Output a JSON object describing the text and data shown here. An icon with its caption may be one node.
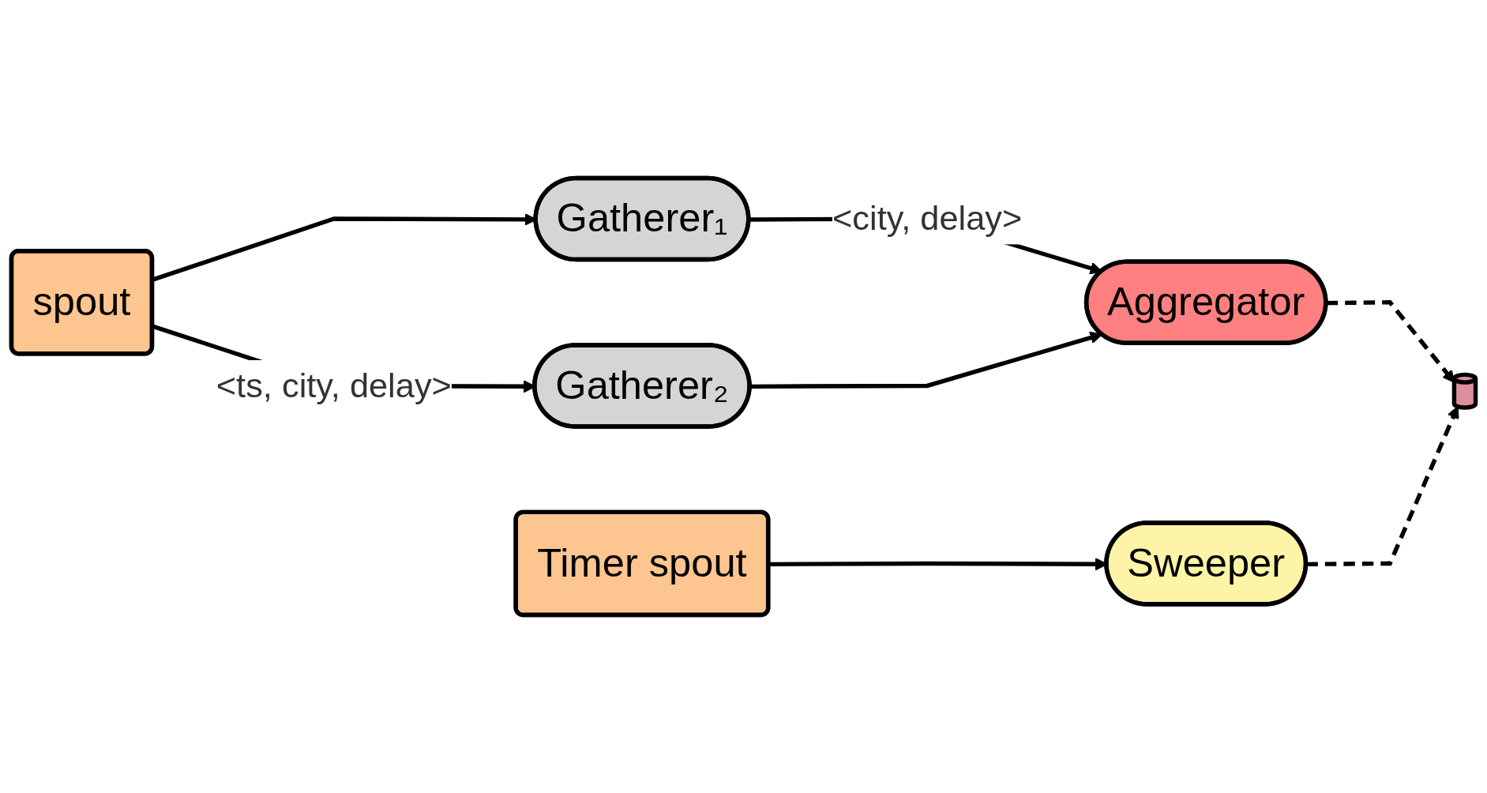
{
  "diagram": {
    "nodes": [
      {
        "text": [
          "spout"
        ]
      },
      {
        "text": [
          "Gatherer₁"
        ]
      },
      {
        "text": [
          "Gatherer₂"
        ]
      },
      {
        "text": [
          "Aggregator"
        ]
      },
      {
        "text": [],
        "shape": "cylinder"
      },
      {
        "text": [
          "Timer spout"
        ]
      },
      {
        "text": [
          "Sweeper"
        ]
      }
    ],
    "edges": [
      {
        "from": 0,
        "to": 1,
        "arrow": "to"
      },
      {
        "from": 0,
        "to": 2,
        "arrow": "to",
        "label": "<ts, city, delay>"
      },
      {
        "from": 1,
        "to": 3,
        "arrow": "to",
        "label": "<city, delay>"
      },
      {
        "from": 2,
        "to": 3,
        "arrow": "to"
      },
      {
        "from": 3,
        "to": 4,
        "arrow": "to",
        "style": "dashed"
      },
      {
        "from": 5,
        "to": 6,
        "arrow": "to"
      },
      {
        "from": 6,
        "to": 4,
        "arrow": "to",
        "style": "dashed"
      }
    ]
  }
}
